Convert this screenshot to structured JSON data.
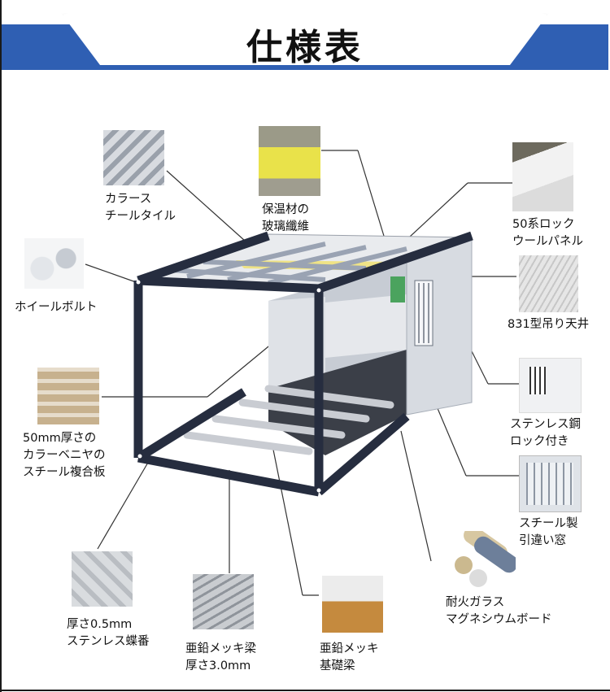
{
  "header": {
    "title": "仕様表"
  },
  "labels": {
    "color_steel_tile": [
      "カラース",
      "チールタイル"
    ],
    "glass_wool": [
      "保温材の",
      "玻璃纖維"
    ],
    "rockwool_panel": [
      "50系ロック",
      "ウールパネル"
    ],
    "wheel_bolt": [
      "ホイールボルト"
    ],
    "ceiling": [
      "831型吊り天井"
    ],
    "wall_panel": [
      "50mm厚さの",
      "カラーベニヤの",
      "スチール複合板"
    ],
    "steel_lock": [
      "ステンレス鋼",
      "ロック付き"
    ],
    "sliding_window": [
      "スチール製",
      "引違い窓"
    ],
    "hinge": [
      "厚さ0.5mm",
      "ステンレス蝶番"
    ],
    "galvanized_beam": [
      "亜鉛メッキ梁",
      "厚さ3.0mm"
    ],
    "foundation_beam": [
      "亜鉛メッキ",
      "基礎梁"
    ],
    "mgo_board": [
      "耐火ガラス",
      "マグネシウムボード"
    ]
  },
  "colors": {
    "accent_band": "#2f5fb3",
    "frame": "#262d3f",
    "leader_line": "#333333"
  }
}
